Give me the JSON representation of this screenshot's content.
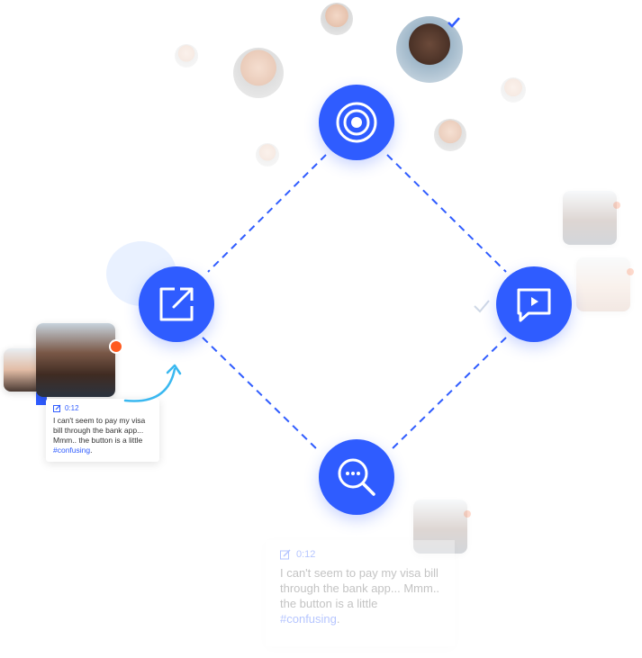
{
  "colors": {
    "accent": "#2f5cff",
    "record_dot": "#ff5a1f",
    "arrow": "#3ab8f0",
    "background": "#ffffff"
  },
  "nodes": [
    {
      "id": "top",
      "icon": "target-icon"
    },
    {
      "id": "left",
      "icon": "share-external-icon"
    },
    {
      "id": "right",
      "icon": "play-message-icon"
    },
    {
      "id": "bottom",
      "icon": "search-dots-icon"
    }
  ],
  "feedback_card": {
    "time": "0:12",
    "message_prefix": "I can't seem to pay my visa bill through the bank app... Mmm.. the button is a little ",
    "tag": "#confusing",
    "message_suffix": "."
  },
  "ghost_card": {
    "time": "0:12",
    "message_prefix": "I can't seem to pay my visa bill through the bank app... Mmm.. the button is a little ",
    "tag": "#confusing",
    "message_suffix": "."
  }
}
